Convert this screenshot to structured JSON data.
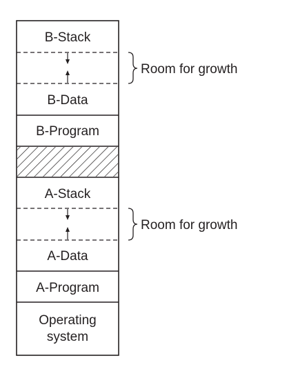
{
  "memory_layout": {
    "segments": [
      {
        "label": "B-Stack"
      },
      {
        "label": "B-Data"
      },
      {
        "label": "B-Program"
      },
      {
        "label": ""
      },
      {
        "label": "A-Stack"
      },
      {
        "label": "A-Data"
      },
      {
        "label": "A-Program"
      },
      {
        "label_line1": "Operating",
        "label_line2": "system"
      }
    ],
    "growth_labels": [
      "Room for growth",
      "Room for growth"
    ]
  }
}
